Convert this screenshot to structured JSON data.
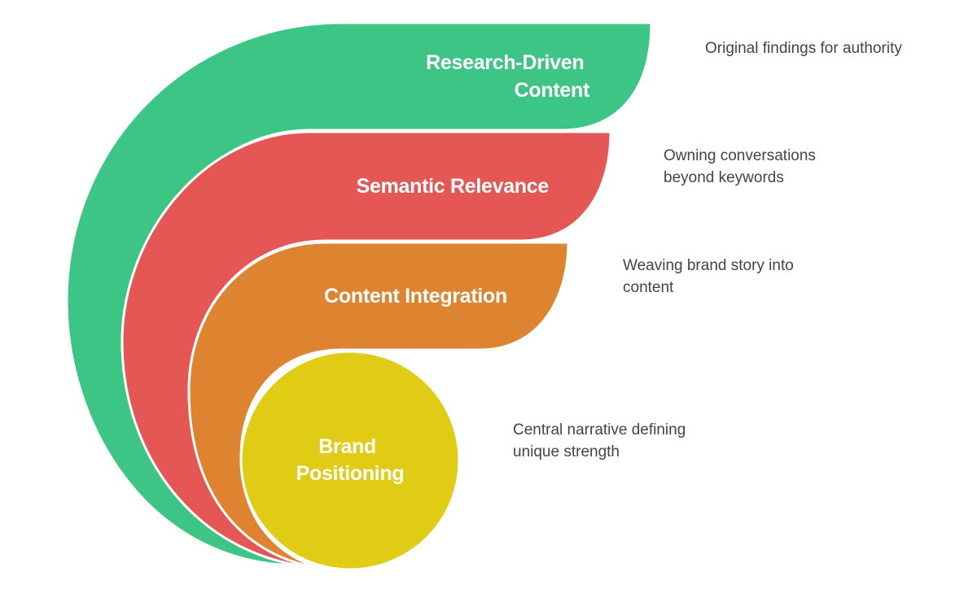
{
  "layers": [
    {
      "id": "research",
      "label_lines": [
        "Research-Driven",
        "Content"
      ],
      "description": "Original findings for authority",
      "color": "#3DC586"
    },
    {
      "id": "semantic",
      "label_lines": [
        "Semantic Relevance"
      ],
      "description": "Owning conversations\nbeyond keywords",
      "color": "#E45754"
    },
    {
      "id": "integration",
      "label_lines": [
        "Content Integration"
      ],
      "description": "Weaving brand story into\ncontent",
      "color": "#DE8430"
    },
    {
      "id": "positioning",
      "label_lines": [
        "Brand",
        "Positioning"
      ],
      "description": "Central narrative defining\nunique strength",
      "color": "#E0CC14"
    }
  ]
}
